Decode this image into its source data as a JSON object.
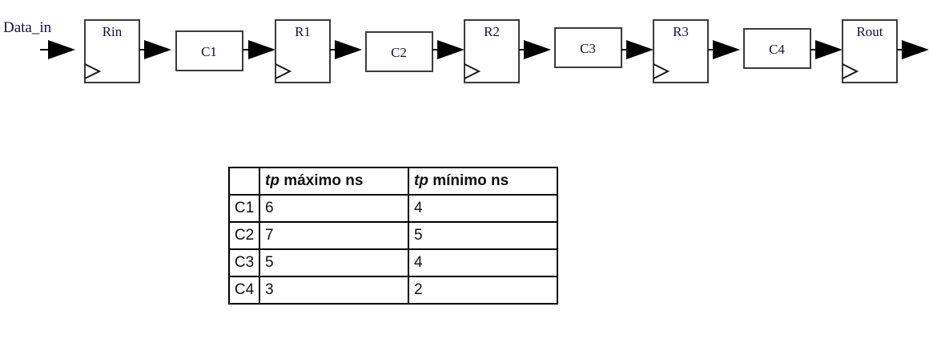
{
  "diagram": {
    "input_label": "Data_in",
    "blocks": [
      {
        "id": "Rin",
        "type": "register",
        "label": "Rin"
      },
      {
        "id": "C1",
        "type": "combinational",
        "label": "C1"
      },
      {
        "id": "R1",
        "type": "register",
        "label": "R1"
      },
      {
        "id": "C2",
        "type": "combinational",
        "label": "C2"
      },
      {
        "id": "R2",
        "type": "register",
        "label": "R2"
      },
      {
        "id": "C3",
        "type": "combinational",
        "label": "C3"
      },
      {
        "id": "R3",
        "type": "register",
        "label": "R3"
      },
      {
        "id": "C4",
        "type": "combinational",
        "label": "C4"
      },
      {
        "id": "Rout",
        "type": "register",
        "label": "Rout"
      }
    ],
    "block_labels": {
      "rin": "Rin",
      "c1": "C1",
      "r1": "R1",
      "c2": "C2",
      "r2": "R2",
      "c3": "C3",
      "r3": "R3",
      "c4": "C4",
      "rout": "Rout"
    }
  },
  "table": {
    "headers": {
      "corner": "",
      "col1_symbol": "tp",
      "col1_text": " máximo ns",
      "col2_symbol": "tp",
      "col2_text": " mínimo ns"
    },
    "rows": [
      {
        "label": "C1",
        "max": "6",
        "min": "4"
      },
      {
        "label": "C2",
        "max": "7",
        "min": "5"
      },
      {
        "label": "C3",
        "max": "5",
        "min": "4"
      },
      {
        "label": "C4",
        "max": "3",
        "min": "2"
      }
    ]
  },
  "chart_data": {
    "type": "table",
    "title": "",
    "columns": [
      "",
      "tp máximo ns",
      "tp mínimo ns"
    ],
    "rows": [
      [
        "C1",
        6,
        4
      ],
      [
        "C2",
        7,
        5
      ],
      [
        "C3",
        5,
        4
      ],
      [
        "C4",
        3,
        2
      ]
    ]
  }
}
